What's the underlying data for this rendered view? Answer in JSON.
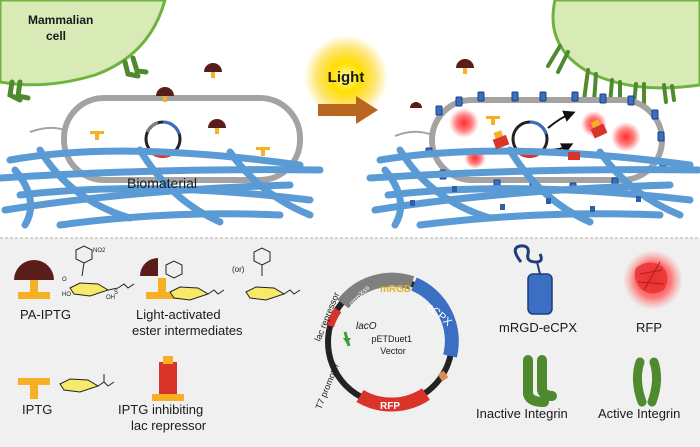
{
  "top": {
    "mammalian_cell_label": "Mammalian\ncell",
    "light_label": "Light",
    "biomaterial_label": "Biomaterial"
  },
  "legend": {
    "pa_iptg": "PA-IPTG",
    "light_activated": "Light-activated\nester intermediates",
    "or_label": "(or)",
    "iptg": "IPTG",
    "iptg_inhibiting": "IPTG inhibiting\nlac repressor",
    "mrgd_ecpx": "mRGD-eCPX",
    "rfp": "RFP",
    "inactive_integrin": "Inactive Integrin",
    "active_integrin": "Active Integrin"
  },
  "plasmid": {
    "name": "pETDuet1\nVector",
    "lac_repressor": "lac repressor",
    "t7_promoter": "T7 promoter",
    "laco": "lacO",
    "ompxss": "ompXss",
    "mrgd": "mRGD",
    "ecpx": "eCPX",
    "rfp": "RFP"
  },
  "chem": {
    "no2": "NO2",
    "o": "O",
    "ho": "HO",
    "oh": "OH",
    "s": "S"
  },
  "colors": {
    "cell_fill": "#d8eab6",
    "cell_edge": "#6fb33f",
    "integrin": "#4f8a2e",
    "fiber": "#5b9bd5",
    "fiber_dark": "#3c78b5",
    "bacterium_edge": "#9b9b9b",
    "iptg_yellow": "#f5b123",
    "pa_brown": "#5a1e1a",
    "repressor_red": "#d9332a",
    "rfp_glow": "#ff4b4b",
    "ecpx_blue": "#3a6fc4",
    "arrow": "#b8651f",
    "sun": "#ffd400",
    "panel_bg": "#f0f0f0",
    "plasmid_black": "#222222",
    "plasmid_gray": "#7f7f7f",
    "plasmid_gold": "#c9a227"
  }
}
